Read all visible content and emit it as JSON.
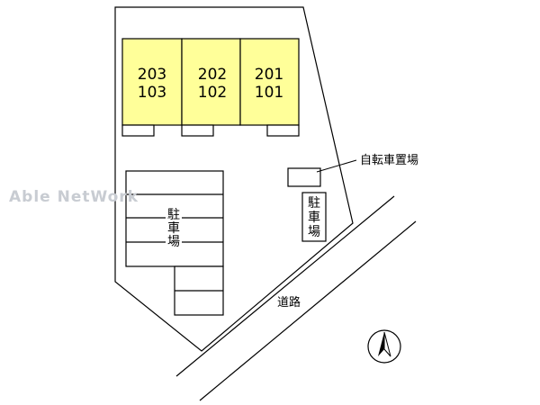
{
  "watermark": "Able NetWork",
  "building": {
    "units": [
      {
        "upper": "203",
        "lower": "103"
      },
      {
        "upper": "202",
        "lower": "102"
      },
      {
        "upper": "201",
        "lower": "101"
      }
    ],
    "fill_color": "#ffff99"
  },
  "labels": {
    "bicycle_parking": "自転車置場",
    "parking_left": [
      "駐",
      "車",
      "場"
    ],
    "parking_right": [
      "駐",
      "車",
      "場"
    ],
    "road": "道路"
  }
}
